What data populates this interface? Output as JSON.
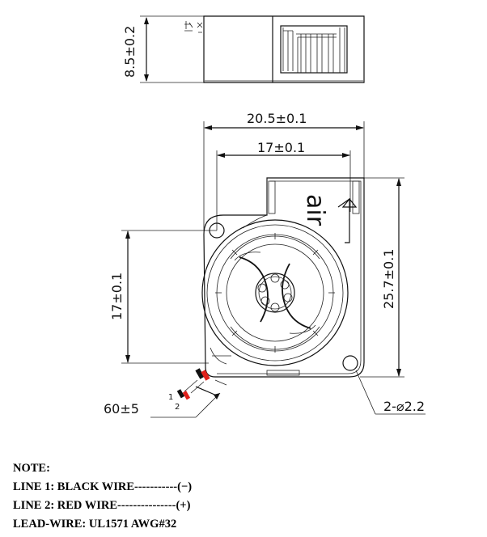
{
  "dimensions": {
    "height": "8.5±0.2",
    "outer_width": "20.5±0.1",
    "inner_width": "17±0.1",
    "left_height": "17±0.1",
    "right_height": "25.7±0.1",
    "wire_length": "60±5",
    "hole": "2-⌀2.2"
  },
  "labels": {
    "airflow": "air",
    "wire1": "1",
    "wire2": "2"
  },
  "note": {
    "title": "NOTE:",
    "line1": "LINE 1: BLACK WIRE-----------(−)",
    "line2": "LINE 2: RED WIRE---------------(+)",
    "lead": "LEAD-WIRE: UL1571 AWG#32"
  },
  "colors": {
    "line": "#111111",
    "red_wire": "#e0201b",
    "black_wire": "#111111"
  }
}
